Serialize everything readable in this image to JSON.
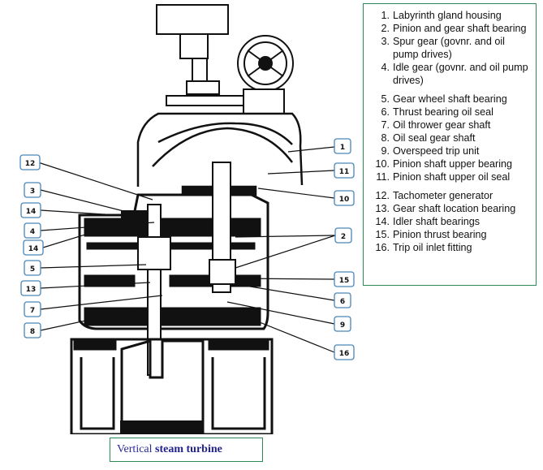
{
  "legend": {
    "items": [
      {
        "num": "1.",
        "text": "Labyrinth gland housing"
      },
      {
        "num": "2.",
        "text": "Pinion and gear shaft bearing"
      },
      {
        "num": "3.",
        "text": "Spur gear (govnr. and oil pump drives)"
      },
      {
        "num": "4.",
        "text": "Idle gear (govnr. and oil pump drives)"
      },
      {
        "num": "5.",
        "text": "Gear wheel shaft bearing"
      },
      {
        "num": "6.",
        "text": "Thrust bearing oil seal"
      },
      {
        "num": "7.",
        "text": "Oil thrower gear shaft"
      },
      {
        "num": "8.",
        "text": "Oil seal gear shaft"
      },
      {
        "num": "9.",
        "text": "Overspeed trip unit"
      },
      {
        "num": "10.",
        "text": "Pinion shaft upper bearing"
      },
      {
        "num": "11.",
        "text": "Pinion shaft upper oil seal"
      },
      {
        "num": "12.",
        "text": "Tachometer generator"
      },
      {
        "num": "13.",
        "text": "Gear shaft location bearing"
      },
      {
        "num": "14.",
        "text": "Idler shaft bearings"
      },
      {
        "num": "15.",
        "text": "Pinion thrust bearing"
      },
      {
        "num": "16.",
        "text": "Trip oil inlet fitting"
      }
    ]
  },
  "callouts": {
    "c1": "1",
    "c2": "2",
    "c3": "3",
    "c4": "4",
    "c5": "5",
    "c6": "6",
    "c7": "7",
    "c8": "8",
    "c9": "9",
    "c10": "10",
    "c11": "11",
    "c12": "12",
    "c13": "13",
    "c14a": "14",
    "c14b": "14",
    "c15": "15",
    "c16": "16"
  },
  "caption": {
    "prefix": "Vertical ",
    "bold": "steam turbine"
  },
  "colors": {
    "callout_border": "#4a86b8",
    "legend_border": "#2e8b57",
    "caption_text": "#2a2a9a"
  }
}
